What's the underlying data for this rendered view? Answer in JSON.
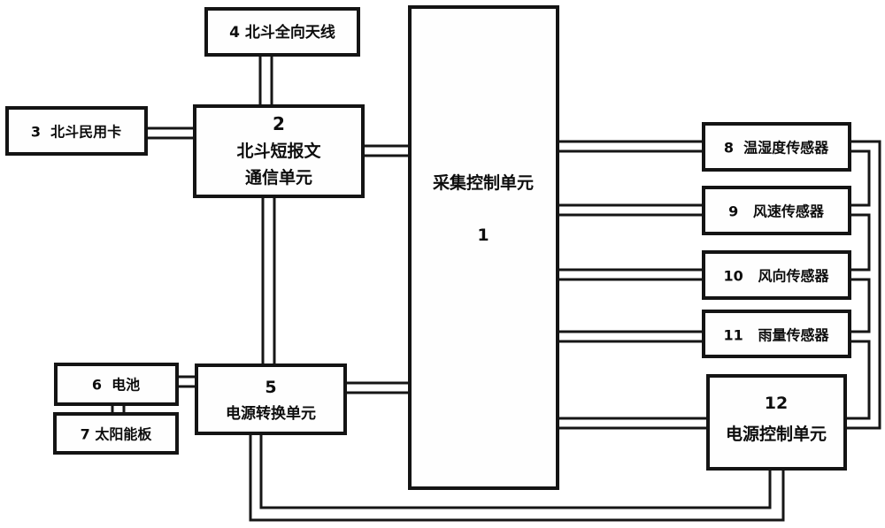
{
  "figure": {
    "type": "block-diagram",
    "description_language": "zh",
    "colors": {
      "line": "#161616",
      "box_border": "#141414",
      "background": "#ffffff",
      "text": "#0d0d0d"
    }
  },
  "blocks": {
    "antenna": {
      "label": "4 北斗全向天线"
    },
    "card": {
      "label": "3  北斗民用卡"
    },
    "comm": {
      "number": "2",
      "name_line1": "北斗短报文",
      "name_line2": "通信单元"
    },
    "acquisition": {
      "name": "采集控制单元",
      "number": "1"
    },
    "temp_humidity": {
      "label": "8  温湿度传感器"
    },
    "wind_speed": {
      "label": "9   风速传感器"
    },
    "wind_direction": {
      "label": "10   风向传感器"
    },
    "rain": {
      "label": "11   雨量传感器"
    },
    "power_control": {
      "number": "12",
      "name": "电源控制单元"
    },
    "battery": {
      "label": "6  电池"
    },
    "solar": {
      "label": "7 太阳能板"
    },
    "power_conversion": {
      "number": "5",
      "name": "电源转换单元"
    }
  }
}
